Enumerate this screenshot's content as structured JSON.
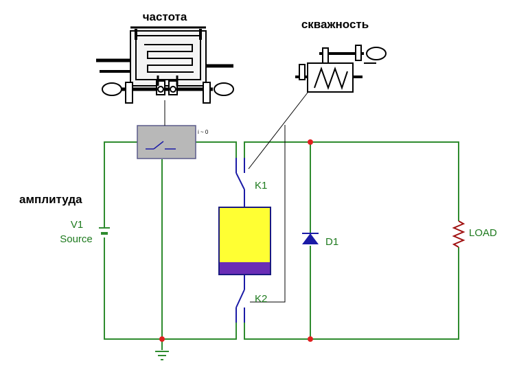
{
  "labels": {
    "frequency": "частота",
    "duty_cycle": "скважность",
    "amplitude": "амплитуда",
    "source_name": "V1",
    "source_type": "Source",
    "switch_k1": "K1",
    "switch_k2": "K2",
    "diode": "D1",
    "load": "LOAD",
    "current_note": "i ~ 0"
  },
  "colors": {
    "wire": "#2e8b2e",
    "switch": "#1a1aa6",
    "node": "#e02020",
    "label_green": "#1e7a1e",
    "label_blue": "#1a1aa6",
    "relay_fill": "#ffff33",
    "relay_bottom": "#6a2db5",
    "relay_border": "#1a1a80",
    "switch_box": "#b8b8b8",
    "line_dark": "#000000"
  }
}
